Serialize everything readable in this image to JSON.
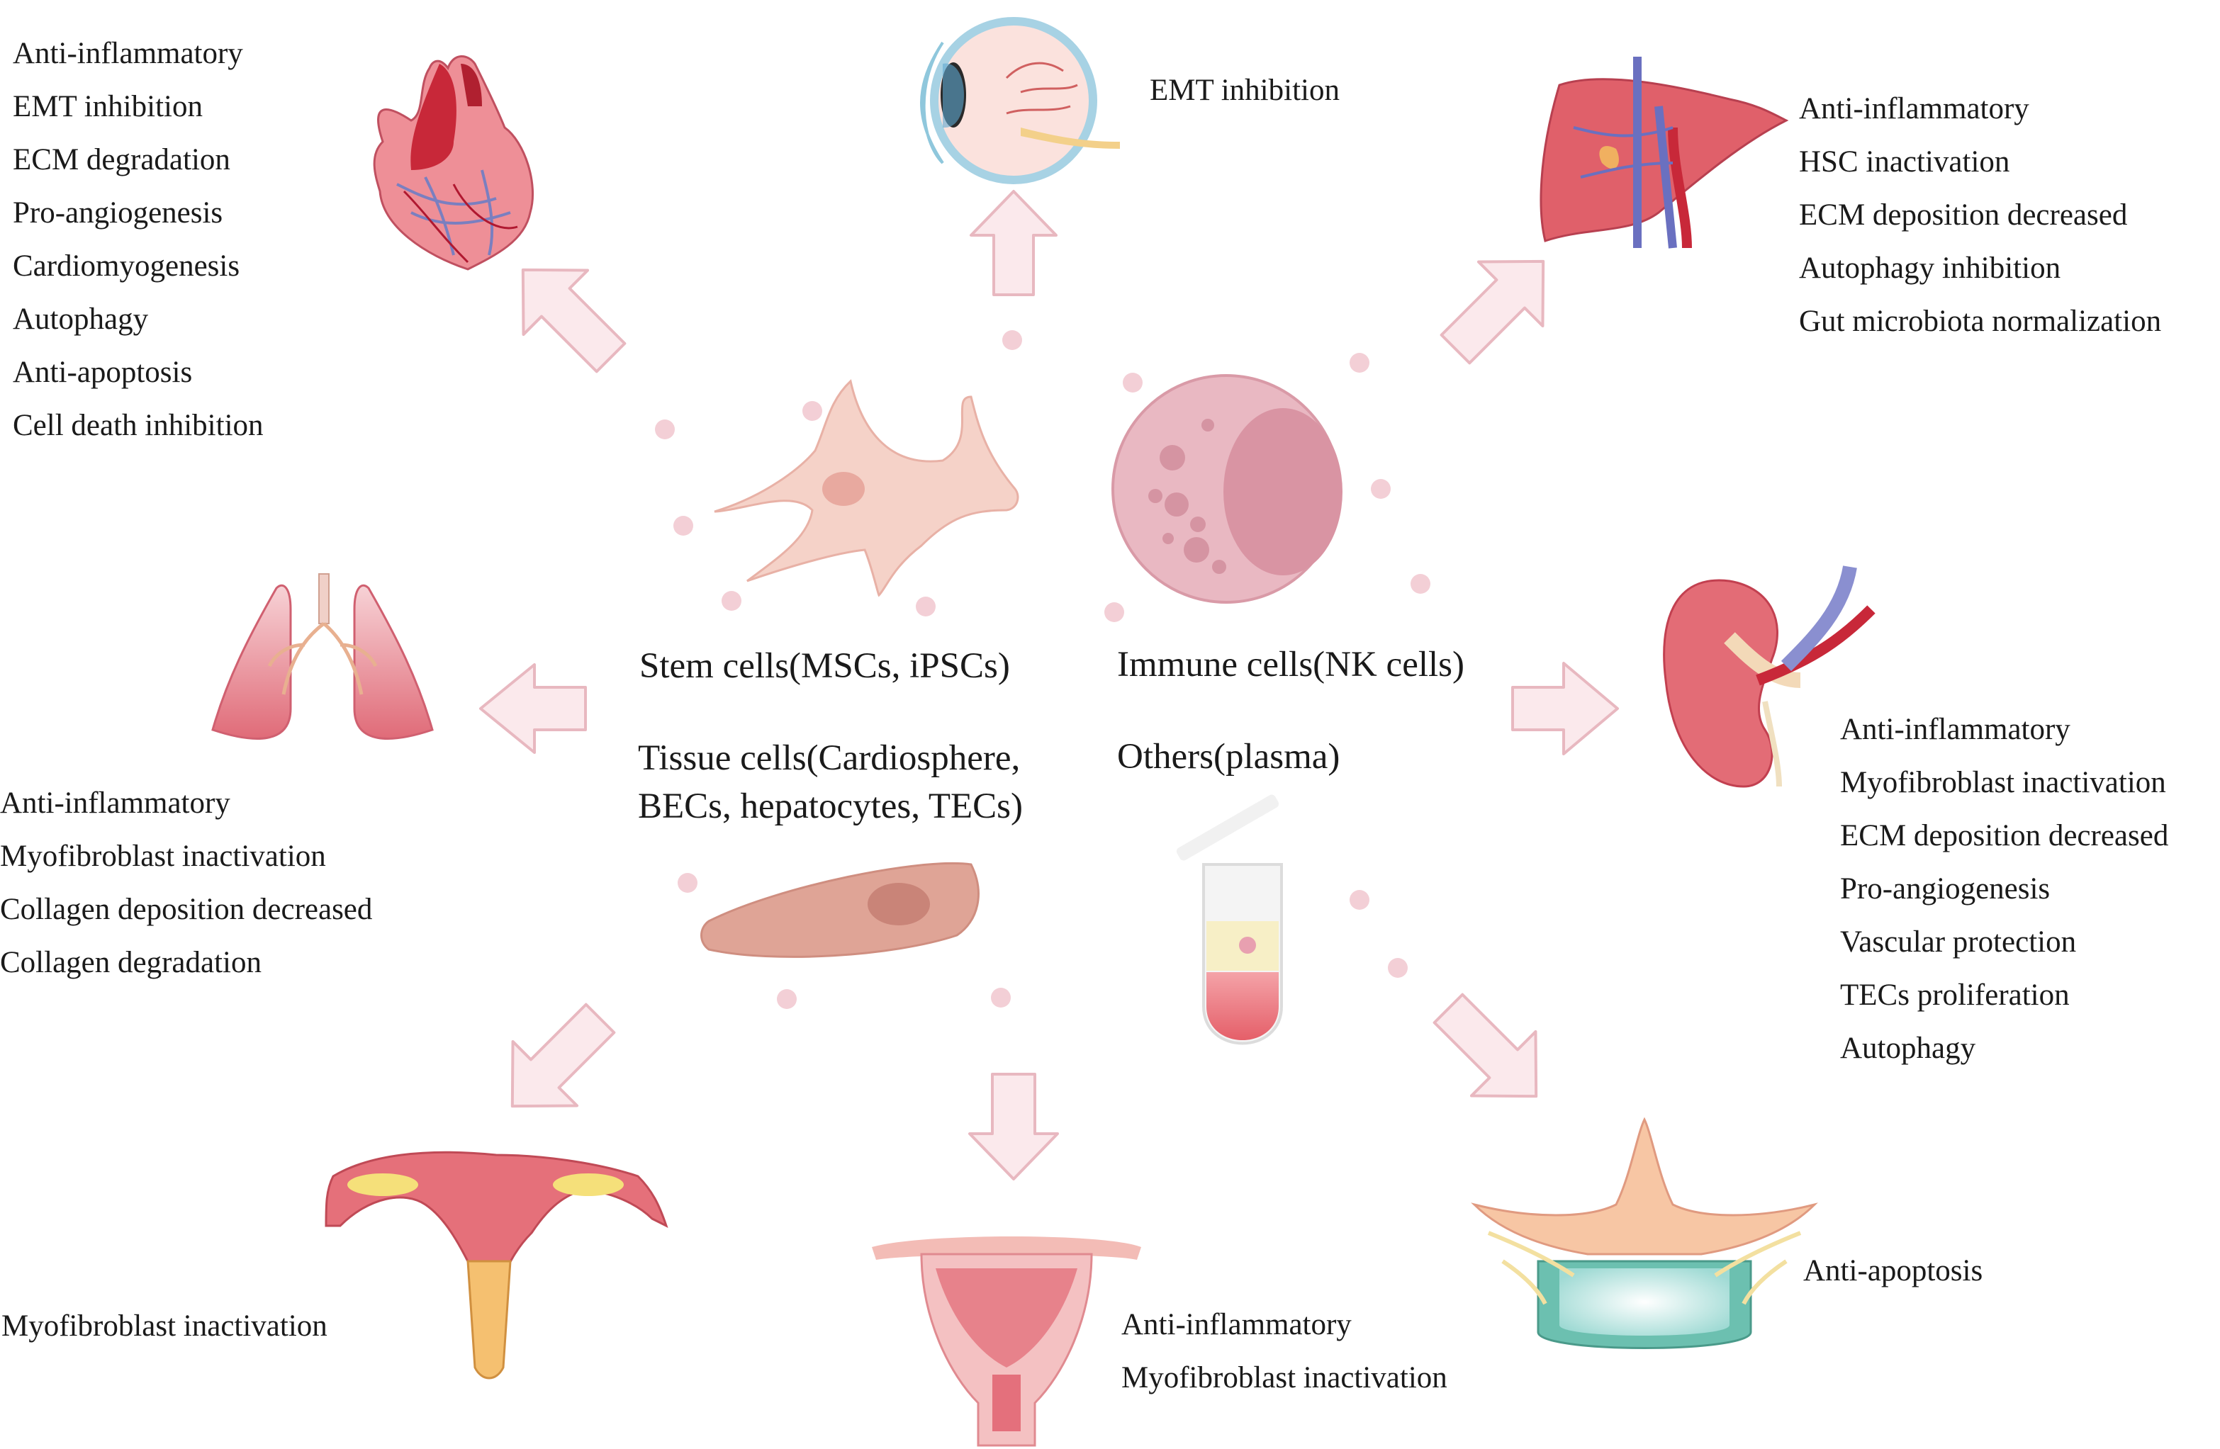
{
  "center": {
    "stem": "Stem cells(MSCs, iPSCs)",
    "immune": "Immune cells(NK cells)",
    "tissue_line1": "Tissue cells(Cardiosphere,",
    "tissue_line2": "BECs, hepatocytes, TECs)",
    "others": "Others(plasma)"
  },
  "organs": {
    "heart": {
      "icon": "heart-icon",
      "effects": [
        "Anti-inflammatory",
        "EMT inhibition",
        "ECM degradation",
        "Pro-angiogenesis",
        "Cardiomyogenesis",
        "Autophagy",
        "Anti-apoptosis",
        "Cell death inhibition"
      ]
    },
    "eye": {
      "icon": "eye-icon",
      "effects": [
        "EMT inhibition"
      ]
    },
    "liver": {
      "icon": "liver-icon",
      "effects": [
        "Anti-inflammatory",
        "HSC inactivation",
        "ECM deposition decreased",
        "Autophagy inhibition",
        "Gut microbiota normalization"
      ]
    },
    "lung": {
      "icon": "lung-icon",
      "effects": [
        "Anti-inflammatory",
        "Myofibroblast inactivation",
        "Collagen deposition decreased",
        "Collagen degradation"
      ]
    },
    "kidney": {
      "icon": "kidney-icon",
      "effects": [
        "Anti-inflammatory",
        "Myofibroblast inactivation",
        "ECM deposition decreased",
        "Pro-angiogenesis",
        "Vascular protection",
        "TECs proliferation",
        "Autophagy"
      ]
    },
    "uterus_left": {
      "icon": "uterus-ovaries-icon",
      "effects": [
        "Myofibroblast inactivation"
      ]
    },
    "uterus_center": {
      "icon": "uterus-icon",
      "effects": [
        "Anti-inflammatory",
        "Myofibroblast inactivation"
      ]
    },
    "spine": {
      "icon": "vertebra-icon",
      "effects": [
        "Anti-apoptosis"
      ]
    }
  },
  "colors": {
    "arrow_fill": "#fbe9ec",
    "arrow_stroke": "#e8b8c0",
    "dot": "#f3cfd6",
    "organ_red": "#e0606a",
    "organ_dark": "#c0283a"
  }
}
